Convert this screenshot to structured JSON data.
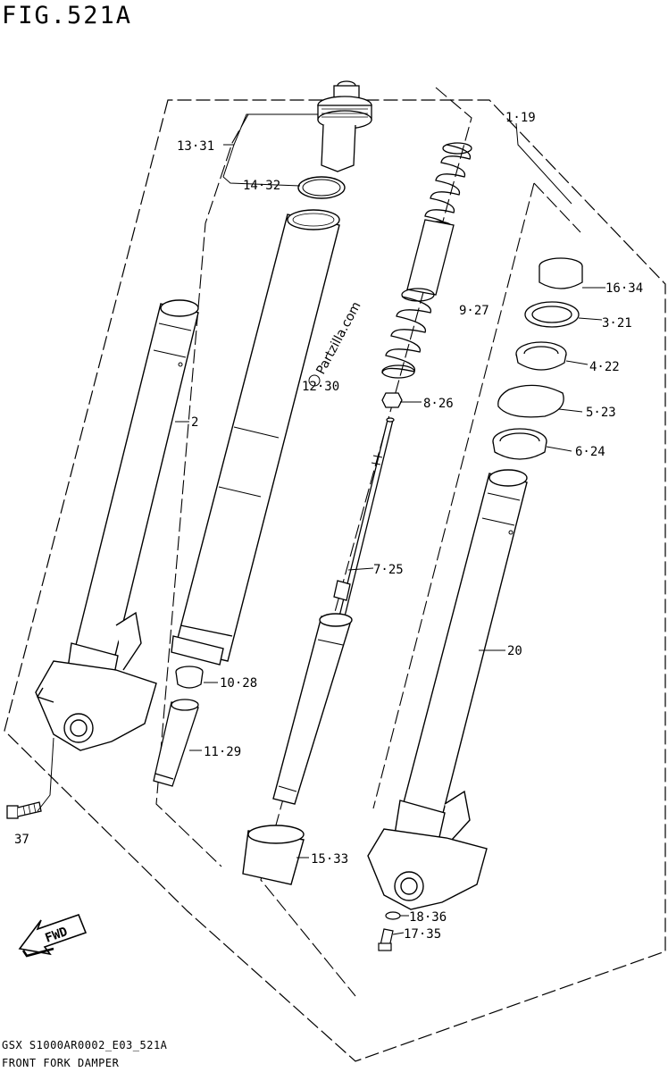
{
  "figure": {
    "title": "FIG.521A",
    "footer_code": "GSX S1000AR0002_E03_521A",
    "footer_name": "FRONT FORK DAMPER",
    "watermark": "Partzilla.com"
  },
  "callouts": [
    {
      "id": "c-13-31",
      "label": "13·31"
    },
    {
      "id": "c-14-32",
      "label": "14·32"
    },
    {
      "id": "c-1-19",
      "label": "1·19"
    },
    {
      "id": "c-16-34",
      "label": "16·34"
    },
    {
      "id": "c-9-27",
      "label": "9·27"
    },
    {
      "id": "c-3-21",
      "label": "3·21"
    },
    {
      "id": "c-4-22",
      "label": "4·22"
    },
    {
      "id": "c-12-30",
      "label": "12·30"
    },
    {
      "id": "c-8-26",
      "label": "8·26"
    },
    {
      "id": "c-5-23",
      "label": "5·23"
    },
    {
      "id": "c-2",
      "label": "2"
    },
    {
      "id": "c-6-24",
      "label": "6·24"
    },
    {
      "id": "c-7-25",
      "label": "7·25"
    },
    {
      "id": "c-20",
      "label": "20"
    },
    {
      "id": "c-10-28",
      "label": "10·28"
    },
    {
      "id": "c-11-29",
      "label": "11·29"
    },
    {
      "id": "c-37",
      "label": "37"
    },
    {
      "id": "c-15-33",
      "label": "15·33"
    },
    {
      "id": "c-18-36",
      "label": "18·36"
    },
    {
      "id": "c-17-35",
      "label": "17·35"
    }
  ],
  "fwd_arrow": {
    "label": "FWD"
  }
}
